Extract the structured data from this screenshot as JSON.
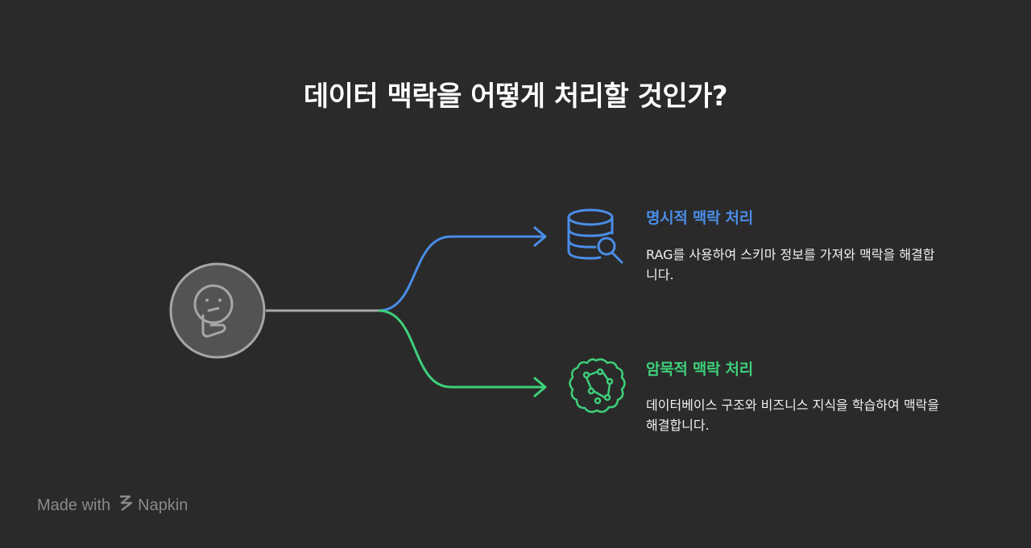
{
  "title": "데이터 맥락을 어떻게 처리할 것인가?",
  "root": {
    "icon": "thinking-face-icon"
  },
  "branches": [
    {
      "title": "명시적 맥락 처리",
      "description": "RAG를 사용하여 스키마 정보를 가져와 맥락을 해결합니다.",
      "icon": "database-search-icon",
      "color": "#4a8de8"
    },
    {
      "title": "암묵적 맥락 처리",
      "description": "데이터베이스 구조와 비즈니스 지식을 학습하여 맥락을 해결합니다.",
      "icon": "brain-circuit-icon",
      "color": "#3ecf7a"
    }
  ],
  "footer": {
    "made_with": "Made with",
    "brand": "Napkin"
  }
}
